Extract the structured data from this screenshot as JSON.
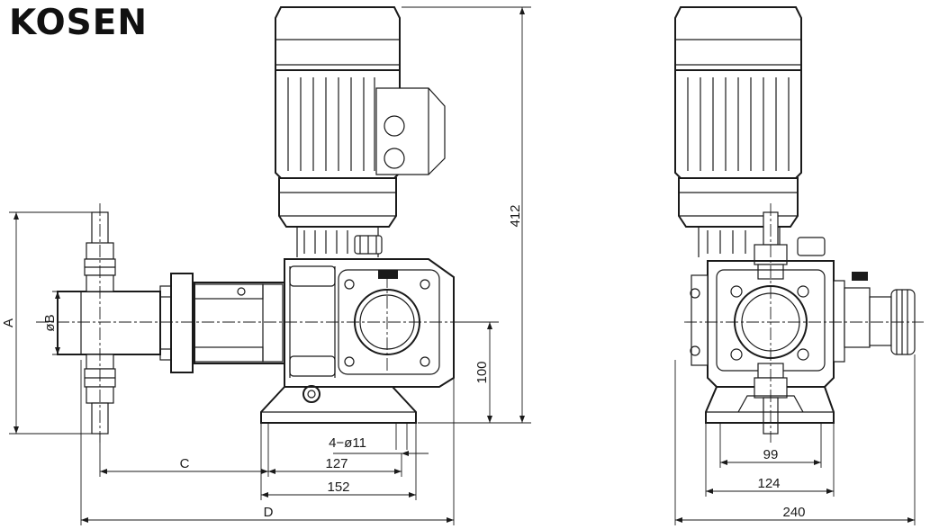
{
  "brand": {
    "logo_text": "KOSEN"
  },
  "front_view": {
    "dimensions": {
      "height_412": "412",
      "a_label": "A",
      "b_label": "øB",
      "shaft_100": "100",
      "holes": "4−ø11",
      "c_label": "C",
      "base_127": "127",
      "base_152": "152",
      "d_label": "D"
    }
  },
  "side_view": {
    "dimensions": {
      "width_99": "99",
      "width_124": "124",
      "width_240": "240"
    }
  }
}
